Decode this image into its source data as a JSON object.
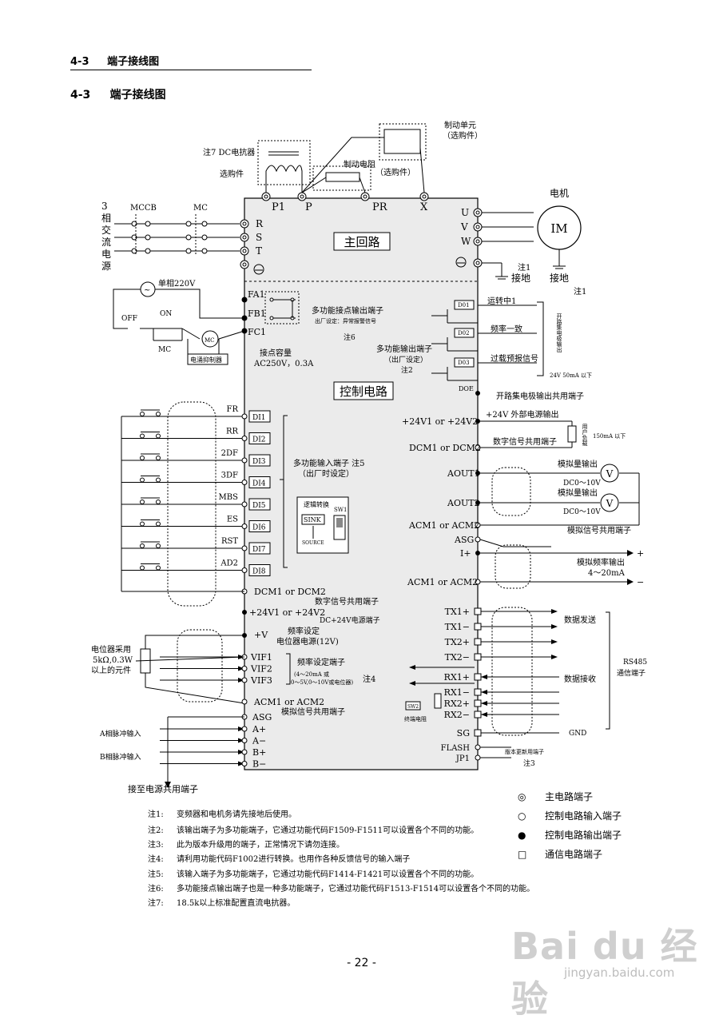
{
  "header": {
    "section": "4-3",
    "title": "端子接线图"
  },
  "section_heading": {
    "number": "4-3",
    "title": "端子接线图"
  },
  "main_block": {
    "main_circuit_label": "主回路",
    "control_circuit_label": "控制电路"
  },
  "power_side": {
    "source_label_lines": [
      "3",
      "相",
      "交",
      "流",
      "电",
      "源"
    ],
    "mccb": "MCCB",
    "mc": "MC",
    "dc_reactor": "注7 DC电抗器",
    "optional": "选购件",
    "brake_resistor": "制动电阻",
    "brake_resistor_opt": "（选购件）",
    "brake_unit": "制动单元",
    "brake_unit_opt": "（选购件）",
    "single_phase": "单相220V",
    "off": "OFF",
    "on": "ON",
    "mc_coil": "MC",
    "mc2": "MC",
    "surge": "电涌抑制器"
  },
  "top_terminals": [
    "P1",
    "P",
    "PR",
    "X"
  ],
  "input_terminals": [
    "R",
    "S",
    "T"
  ],
  "output_terminals": [
    "U",
    "V",
    "W"
  ],
  "motor": {
    "title": "电机",
    "name": "IM",
    "ground": "接地",
    "ground2": "接地",
    "note1": "注1",
    "note1b": "注1"
  },
  "relay": {
    "terminals": [
      "FA1",
      "FB1",
      "FC1"
    ],
    "title": "多功能接点输出端子",
    "sub": "出厂设定：异常报警信号",
    "cap": "接点容量",
    "rating": "AC250V，0.3A",
    "note": "注6"
  },
  "oc_outputs": {
    "terminals": [
      "D01",
      "D02",
      "D03",
      "DOE"
    ],
    "signals": [
      "运转中1",
      "频率一致",
      "过载预报信号"
    ],
    "title": "多功能输出端子",
    "sub": "（出厂设定）",
    "note": "注2",
    "side_label": "开路集电极输出",
    "rating": "24V  50mA  以下",
    "common": "开路集电极输出共用端子"
  },
  "digital_inputs": {
    "names": [
      "FR",
      "RR",
      "2DF",
      "3DF",
      "MBS",
      "ES",
      "RST",
      "AD2"
    ],
    "terminals": [
      "DI1",
      "DI2",
      "DI3",
      "DI4",
      "DI5",
      "DI6",
      "DI7",
      "DI8"
    ],
    "title": "多功能输入端子  注5",
    "sub": "（出厂时设定）",
    "logic": "逻辑转换",
    "sink": "SINK",
    "source": "SOURCE",
    "sw1": "SW1",
    "dcm": "DCM1  or  DCM2",
    "dcm_label": "数字信号共用端子",
    "v24": "+24V1  or  +24V2",
    "v24_label": "DC+24V电源端子"
  },
  "right_power": {
    "v24": "+24V1  or  +24V2",
    "v24_label": "+24V 外部电源输出",
    "dcm": "DCM1  or  DCM2",
    "dcm_label": "数字信号共用端子",
    "load": "用户负载",
    "load_rating": "150mA 以下"
  },
  "analog_out": {
    "ao1": "AOUT1",
    "ao2": "AOUT2",
    "title": "模拟量输出",
    "title2": "模拟量输出",
    "range": "DC0～10V",
    "range2": "DC0～10V",
    "meter": "V",
    "acm": "ACM1  or  ACM2",
    "common": "模拟信号共用端子",
    "asg": "ASG",
    "iplus": "I+",
    "freq_out": "模拟频率输出",
    "freq_range": "4～20mA",
    "plus": "+",
    "minus": "−",
    "acm2": "ACM1  or  ACM2"
  },
  "freq_input": {
    "pv": "+V",
    "pv_label1": "频率设定",
    "pv_label2": "电位器电源(12V)",
    "vifs": [
      "VIF1",
      "VIF2",
      "VIF3"
    ],
    "title": "频率设定端子",
    "range1": "(4～20mA 或",
    "range2": "0～5V,0～10V或电位器)",
    "note": "注4",
    "pot": [
      "电位器采用",
      "5kΩ,0.3W",
      "以上的元件"
    ],
    "acm": "ACM1  or  ACM2",
    "acm_label": "模拟信号共用端子",
    "asg": "ASG",
    "pulse": [
      "A+",
      "A−",
      "B+",
      "B−"
    ],
    "pulse_a": "A相脉冲输入",
    "pulse_b": "B相脉冲输入",
    "common": "接至电源共用端子"
  },
  "comm": {
    "terminals": [
      "TX1+",
      "TX1−",
      "TX2+",
      "TX2−",
      "RX1+",
      "RX1−",
      "RX2+",
      "RX2−",
      "SG",
      "FLASH",
      "JP1"
    ],
    "send": "数据发送",
    "recv": "数据接收",
    "rs485": "RS485",
    "rs485b": "通信端子",
    "gnd": "GND",
    "sw2": "SW2",
    "term_res": "终端电阻",
    "upgrade": "版本更新用端子",
    "note": "注3"
  },
  "legend": [
    {
      "symbol": "◎",
      "label": "主电路端子"
    },
    {
      "symbol": "○",
      "label": "控制电路输入端子"
    },
    {
      "symbol": "●",
      "label": "控制电路输出端子"
    },
    {
      "symbol": "□",
      "label": "通信电路端子"
    }
  ],
  "notes": [
    {
      "label": "注1:",
      "text": "变频器和电机务请先接地后使用。"
    },
    {
      "label": "注2:",
      "text": "该输出端子为多功能端子，它通过功能代码F1509-F1511可以设置各个不同的功能。"
    },
    {
      "label": "注3:",
      "text": "此为版本升级用的端子，正常情况下请勿连接。"
    },
    {
      "label": "注4:",
      "text": "请利用功能代码F1002进行转换。也用作各种反馈信号的输入端子"
    },
    {
      "label": "注5:",
      "text": "该输入端子为多功能端子，它通过功能代码F1414-F1421可以设置各个不同的功能。"
    },
    {
      "label": "注6:",
      "text": "多功能接点输出端子也是一种多功能端子，它通过功能代码F1513-F1514可以设置各个不同的功能。"
    },
    {
      "label": "注7:",
      "text": "18.5k以上标准配置直流电抗器。"
    }
  ],
  "page_number": "- 22 -",
  "watermark": {
    "brand": "Bai du 经验",
    "url": "jingyan.baidu.com"
  }
}
